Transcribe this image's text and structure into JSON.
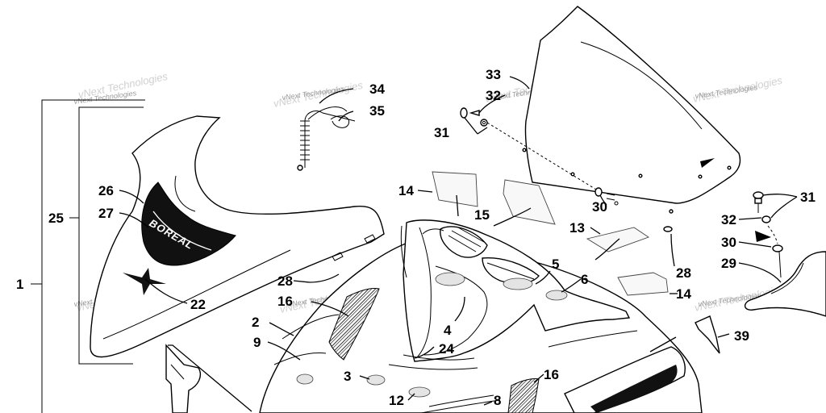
{
  "brand_text": "BOREAL",
  "watermark": "vNext Technologies",
  "callouts": [
    {
      "id": "c1",
      "text": "1"
    },
    {
      "id": "c2",
      "text": "2"
    },
    {
      "id": "c3",
      "text": "3"
    },
    {
      "id": "c4",
      "text": "4"
    },
    {
      "id": "c5",
      "text": "5"
    },
    {
      "id": "c6",
      "text": "6"
    },
    {
      "id": "c8",
      "text": "8"
    },
    {
      "id": "c9",
      "text": "9"
    },
    {
      "id": "c12",
      "text": "12"
    },
    {
      "id": "c13",
      "text": "13"
    },
    {
      "id": "c14a",
      "text": "14"
    },
    {
      "id": "c14b",
      "text": "14"
    },
    {
      "id": "c15",
      "text": "15"
    },
    {
      "id": "c16a",
      "text": "16"
    },
    {
      "id": "c16b",
      "text": "16"
    },
    {
      "id": "c22",
      "text": "22"
    },
    {
      "id": "c24",
      "text": "24"
    },
    {
      "id": "c25",
      "text": "25"
    },
    {
      "id": "c26",
      "text": "26"
    },
    {
      "id": "c27",
      "text": "27"
    },
    {
      "id": "c28a",
      "text": "28"
    },
    {
      "id": "c28b",
      "text": "28"
    },
    {
      "id": "c29",
      "text": "29"
    },
    {
      "id": "c30a",
      "text": "30"
    },
    {
      "id": "c30b",
      "text": "30"
    },
    {
      "id": "c31a",
      "text": "31"
    },
    {
      "id": "c31b",
      "text": "31"
    },
    {
      "id": "c32a",
      "text": "32"
    },
    {
      "id": "c32b",
      "text": "32"
    },
    {
      "id": "c33",
      "text": "33"
    },
    {
      "id": "c34",
      "text": "34"
    },
    {
      "id": "c35",
      "text": "35"
    },
    {
      "id": "c39",
      "text": "39"
    }
  ]
}
